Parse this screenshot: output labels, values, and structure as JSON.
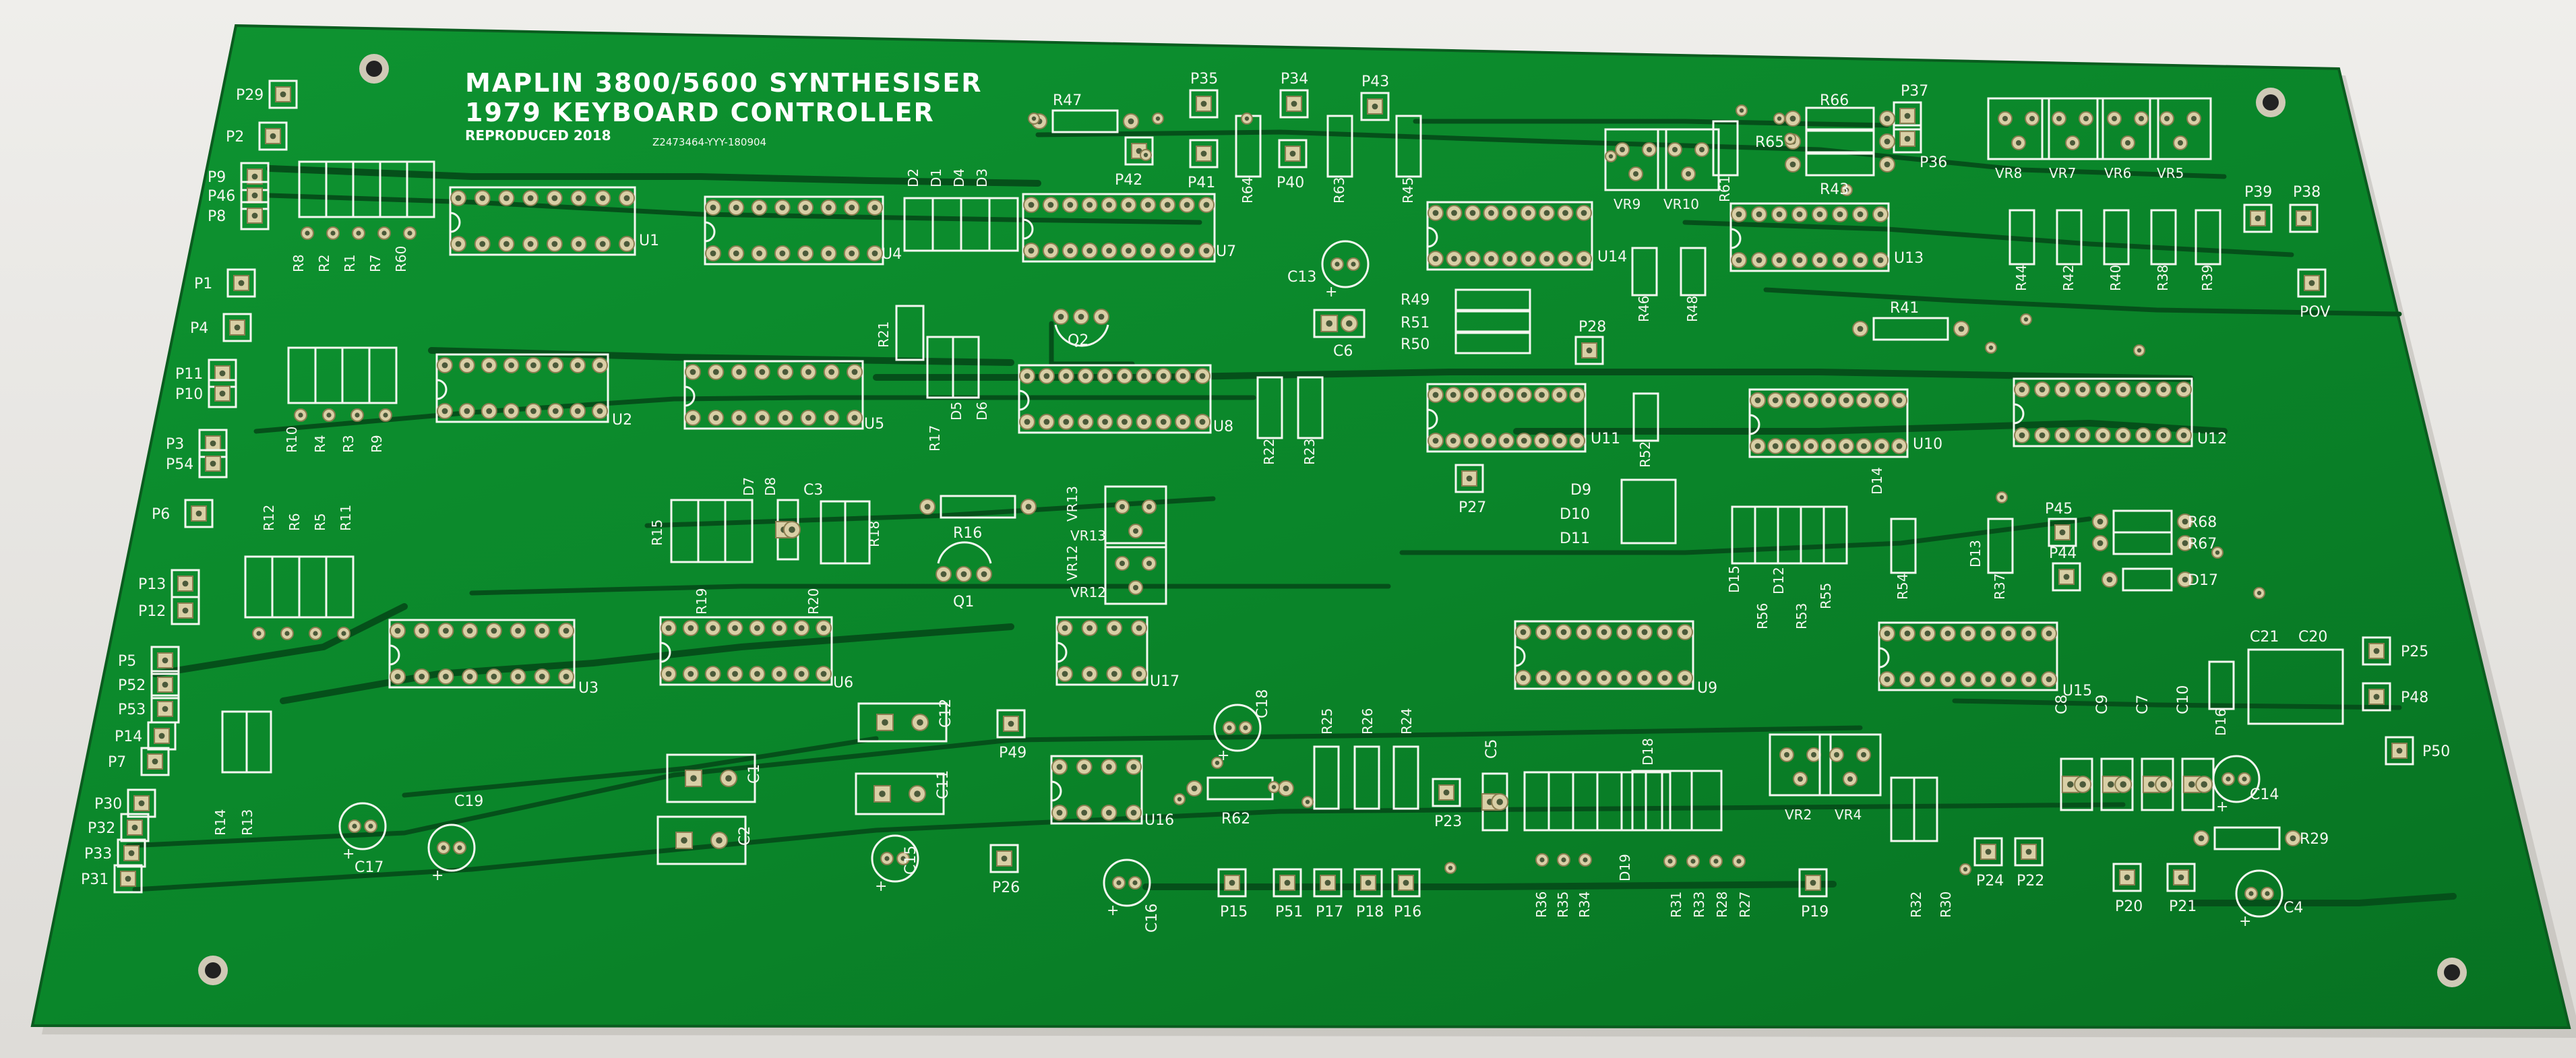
{
  "board": {
    "title_line1": "MAPLIN 3800/5600 SYNTHESISER",
    "title_line2": "1979 KEYBOARD CONTROLLER",
    "title_line3": "REPRODUCED 2018",
    "serial": "Z2473464-YYY-180904",
    "colors": {
      "pcb": "#0b8a2c",
      "pcb_dark": "#076a22",
      "trace": "#05501a",
      "silkscreen": "#f4f7f0",
      "pad": "#d9cfa6",
      "background": "#ebe9e6"
    }
  },
  "ics": [
    {
      "label": "U1"
    },
    {
      "label": "U2"
    },
    {
      "label": "U3"
    },
    {
      "label": "U4"
    },
    {
      "label": "U5"
    },
    {
      "label": "U6"
    },
    {
      "label": "U7"
    },
    {
      "label": "U8"
    },
    {
      "label": "U9"
    },
    {
      "label": "U10"
    },
    {
      "label": "U11"
    },
    {
      "label": "U12"
    },
    {
      "label": "U13"
    },
    {
      "label": "U14"
    },
    {
      "label": "U15"
    },
    {
      "label": "U16"
    },
    {
      "label": "U17"
    }
  ],
  "connector_pads": [
    "P29",
    "P2",
    "P9",
    "P46",
    "P8",
    "P1",
    "P4",
    "P11",
    "P10",
    "P3",
    "P54",
    "P6",
    "P13",
    "P12",
    "P5",
    "P52",
    "P53",
    "P14",
    "P7",
    "P30",
    "P32",
    "P33",
    "P31",
    "P35",
    "P34",
    "P43",
    "P42",
    "P41",
    "P40",
    "P37",
    "P36",
    "P39",
    "P38",
    "POV",
    "P28",
    "P27",
    "P45",
    "P44",
    "P25",
    "P48",
    "P50",
    "P49",
    "P26",
    "P15",
    "P51",
    "P17",
    "P18",
    "P16",
    "P23",
    "P19",
    "P24",
    "P22",
    "P20",
    "P21"
  ],
  "resistors": [
    "R8",
    "R2",
    "R1",
    "R7",
    "R60",
    "R10",
    "R4",
    "R3",
    "R9",
    "R12",
    "R6",
    "R5",
    "R11",
    "R14",
    "R13",
    "R15",
    "R19",
    "R20",
    "R18",
    "R16",
    "R21",
    "R17",
    "R47",
    "R64",
    "R63",
    "R65",
    "R22",
    "R23",
    "R49",
    "R51",
    "R50",
    "R46",
    "R48",
    "R52",
    "R66",
    "R61",
    "R43",
    "R44",
    "R42",
    "R40",
    "R38",
    "R39",
    "R41",
    "R54",
    "R37",
    "R56",
    "R53",
    "R55",
    "R68",
    "R67",
    "R26",
    "R25",
    "R24",
    "R62",
    "R36",
    "R35",
    "R34",
    "R31",
    "R33",
    "R28",
    "R27",
    "R32",
    "R30",
    "R29"
  ],
  "capacitors": [
    "C3",
    "C13",
    "C6",
    "C12",
    "C1",
    "C2",
    "C11",
    "C15",
    "C17",
    "C19",
    "C16",
    "C18",
    "C5",
    "C8",
    "C9",
    "C7",
    "C10",
    "C21",
    "C20",
    "C14",
    "C4"
  ],
  "diodes": [
    "D2",
    "D1",
    "D4",
    "D3",
    "D5",
    "D6",
    "D7",
    "D8",
    "D9",
    "D10",
    "D11",
    "D14",
    "D13",
    "D15",
    "D12",
    "D17",
    "D16",
    "D18",
    "D19"
  ],
  "transistors": [
    "Q1",
    "Q2"
  ],
  "trimmers": [
    "VR8",
    "VR7",
    "VR6",
    "VR5",
    "VR9",
    "VR10",
    "VR13",
    "VR12",
    "VR2",
    "VR4"
  ]
}
